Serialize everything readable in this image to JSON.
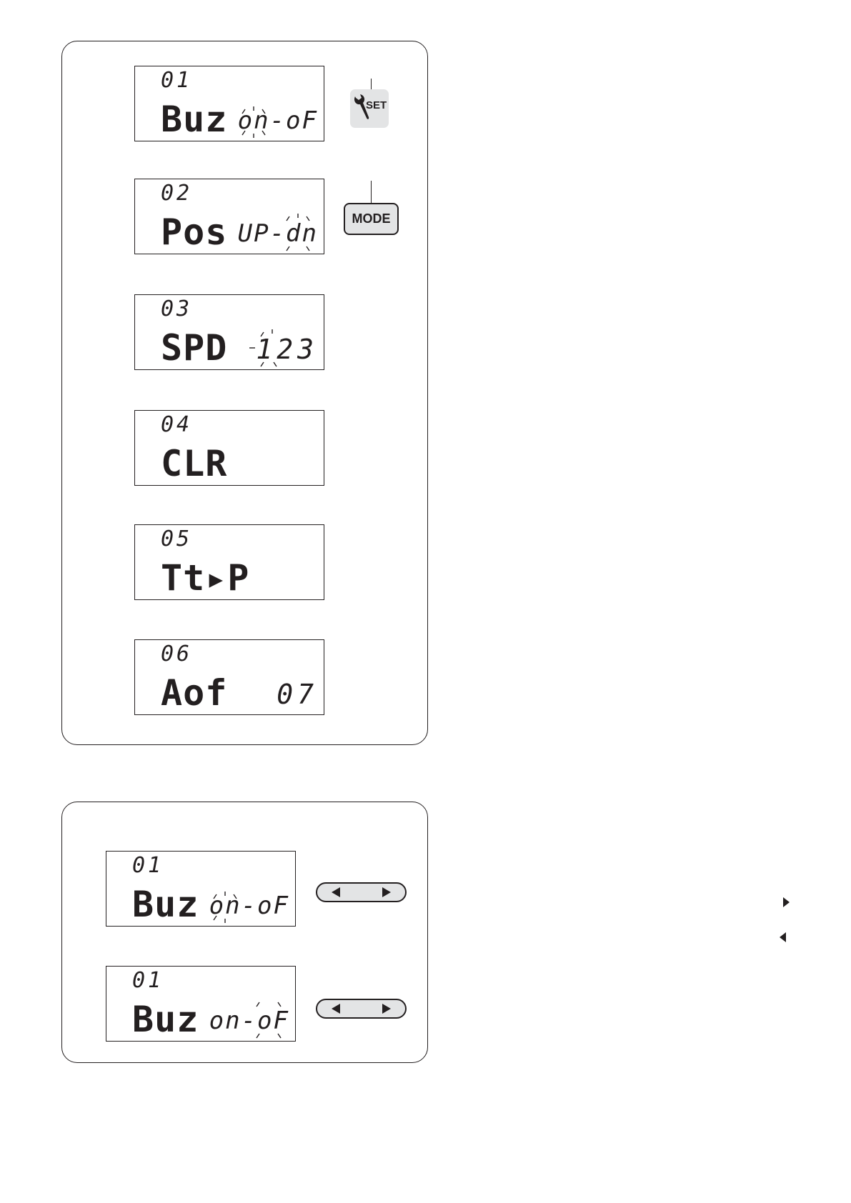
{
  "top_panel": {
    "screens": [
      {
        "number": "01",
        "label": "Buz",
        "value": "on-oF"
      },
      {
        "number": "02",
        "label": "Pos",
        "value": "UP-dn"
      },
      {
        "number": "03",
        "label": "SPD",
        "value": "123"
      },
      {
        "number": "04",
        "label": "CLR",
        "value": ""
      },
      {
        "number": "05",
        "label": "Tt▸P",
        "value": ""
      },
      {
        "number": "06",
        "label": "Aof",
        "value": "07"
      }
    ],
    "set_button": {
      "label": "SET",
      "icon": "wrench-icon"
    },
    "mode_button": {
      "label": "MODE"
    }
  },
  "bottom_panel": {
    "screens": [
      {
        "number": "01",
        "label": "Buz",
        "value": "on-oF"
      },
      {
        "number": "01",
        "label": "Buz",
        "value": "on-oF"
      }
    ]
  },
  "side_markers": [
    "triangle-right-icon",
    "triangle-left-icon"
  ]
}
